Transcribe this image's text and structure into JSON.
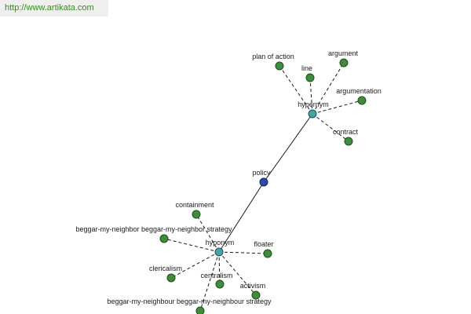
{
  "watermark": "http://www.artikata.com",
  "colors": {
    "leaf": "#3f8c3c",
    "hub": "#4aa3a3",
    "root": "#2e4aa8",
    "watermark_text": "#3c8a1e"
  },
  "root": {
    "id": "policy",
    "label": "policy"
  },
  "hubs": [
    {
      "id": "hypernym",
      "label": "hypernym"
    },
    {
      "id": "hyponym",
      "label": "hyponym"
    }
  ],
  "leaves": [
    {
      "id": "plan-of-action",
      "label": "plan of action",
      "hub": "hypernym"
    },
    {
      "id": "line",
      "label": "line",
      "hub": "hypernym"
    },
    {
      "id": "argument",
      "label": "argument",
      "hub": "hypernym"
    },
    {
      "id": "argumentation",
      "label": "argumentation",
      "hub": "hypernym"
    },
    {
      "id": "contract",
      "label": "contract",
      "hub": "hypernym"
    },
    {
      "id": "containment",
      "label": "containment",
      "hub": "hyponym"
    },
    {
      "id": "beggar-my-neighbor",
      "label": "beggar-my-neighbor beggar-my-neighbor strategy",
      "hub": "hyponym"
    },
    {
      "id": "floater",
      "label": "floater",
      "hub": "hyponym"
    },
    {
      "id": "clericalism",
      "label": "clericalism",
      "hub": "hyponym"
    },
    {
      "id": "centralism",
      "label": "centralism",
      "hub": "hyponym"
    },
    {
      "id": "activism",
      "label": "activism",
      "hub": "hyponym"
    },
    {
      "id": "beggar-my-neighbour",
      "label": "beggar-my-neighbour beggar-my-neighbour strategy",
      "hub": "hyponym"
    }
  ]
}
